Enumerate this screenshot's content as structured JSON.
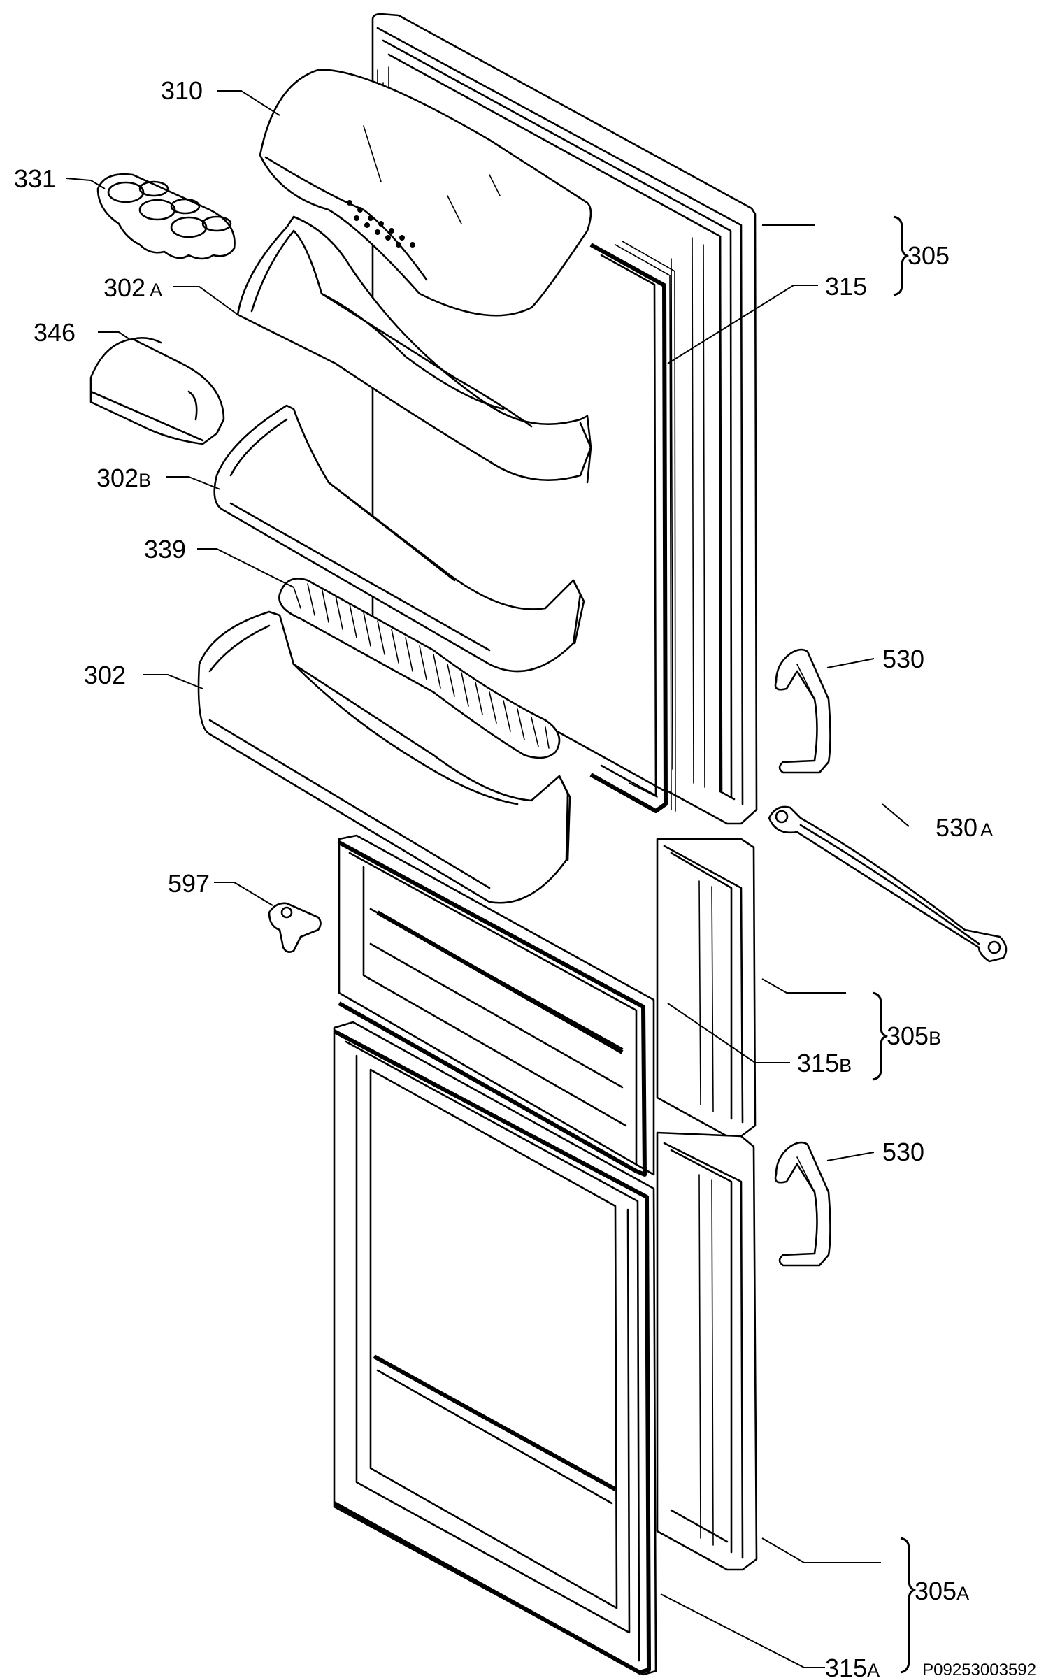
{
  "diagram": {
    "labels": [
      {
        "id": "310",
        "main": "310",
        "suffix": ""
      },
      {
        "id": "331",
        "main": "331",
        "suffix": ""
      },
      {
        "id": "302A",
        "main": "302",
        "suffix": "A"
      },
      {
        "id": "346",
        "main": "346",
        "suffix": ""
      },
      {
        "id": "302B",
        "main": "302",
        "suffix": "B"
      },
      {
        "id": "339",
        "main": "339",
        "suffix": ""
      },
      {
        "id": "302",
        "main": "302",
        "suffix": ""
      },
      {
        "id": "597",
        "main": "597",
        "suffix": ""
      },
      {
        "id": "305",
        "main": "305",
        "suffix": ""
      },
      {
        "id": "315",
        "main": "315",
        "suffix": ""
      },
      {
        "id": "530_top",
        "main": "530",
        "suffix": ""
      },
      {
        "id": "530A",
        "main": "530",
        "suffix": "A"
      },
      {
        "id": "305B",
        "main": "305",
        "suffix": "B"
      },
      {
        "id": "315B",
        "main": "315",
        "suffix": "B"
      },
      {
        "id": "530_bottom",
        "main": "530",
        "suffix": ""
      },
      {
        "id": "305A",
        "main": "305",
        "suffix": "A"
      },
      {
        "id": "315A",
        "main": "315",
        "suffix": "A"
      }
    ],
    "drawing_code": "P09253003592"
  }
}
